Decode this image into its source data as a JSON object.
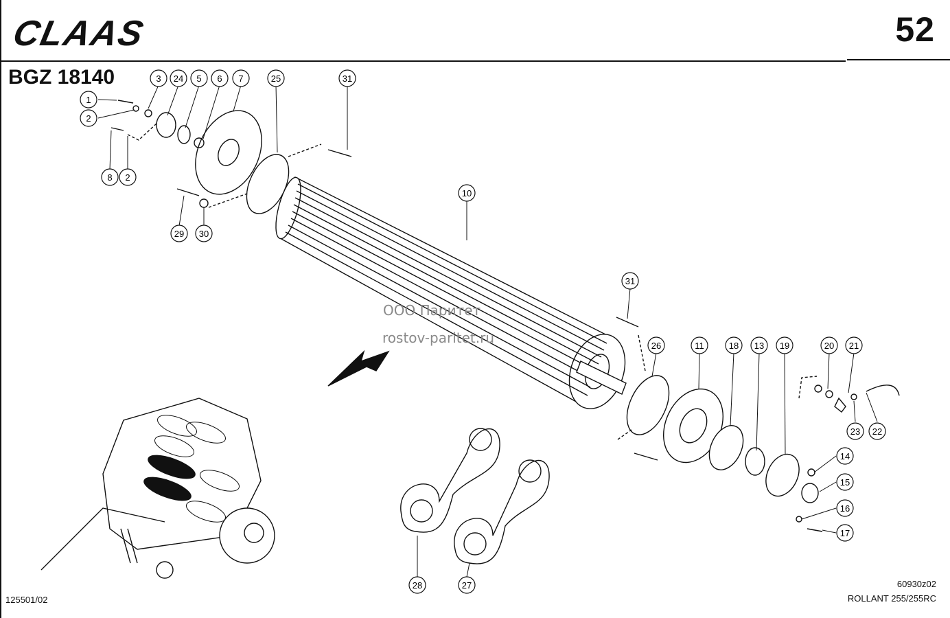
{
  "header": {
    "brand": "CLAAS",
    "page_number": "52",
    "group_code": "BGZ 18140"
  },
  "watermark": {
    "company": "ООО Паритет",
    "site": "rostov-paritet.ru"
  },
  "footer": {
    "doc_number": "125501/02",
    "drawing_number": "60930z02",
    "model": "ROLLANT 255/255RC"
  },
  "callouts": [
    {
      "id": "c1",
      "label": "1"
    },
    {
      "id": "c2a",
      "label": "2"
    },
    {
      "id": "c3",
      "label": "3"
    },
    {
      "id": "c24",
      "label": "24"
    },
    {
      "id": "c5",
      "label": "5"
    },
    {
      "id": "c6",
      "label": "6"
    },
    {
      "id": "c7",
      "label": "7"
    },
    {
      "id": "c25",
      "label": "25"
    },
    {
      "id": "c31a",
      "label": "31"
    },
    {
      "id": "c8",
      "label": "8"
    },
    {
      "id": "c2b",
      "label": "2"
    },
    {
      "id": "c10",
      "label": "10"
    },
    {
      "id": "c29",
      "label": "29"
    },
    {
      "id": "c30",
      "label": "30"
    },
    {
      "id": "c31b",
      "label": "31"
    },
    {
      "id": "c26",
      "label": "26"
    },
    {
      "id": "c11",
      "label": "11"
    },
    {
      "id": "c18",
      "label": "18"
    },
    {
      "id": "c13",
      "label": "13"
    },
    {
      "id": "c19",
      "label": "19"
    },
    {
      "id": "c20",
      "label": "20"
    },
    {
      "id": "c21",
      "label": "21"
    },
    {
      "id": "c23",
      "label": "23"
    },
    {
      "id": "c22",
      "label": "22"
    },
    {
      "id": "c14",
      "label": "14"
    },
    {
      "id": "c15",
      "label": "15"
    },
    {
      "id": "c16",
      "label": "16"
    },
    {
      "id": "c17",
      "label": "17"
    },
    {
      "id": "c28",
      "label": "28"
    },
    {
      "id": "c27",
      "label": "27"
    }
  ]
}
